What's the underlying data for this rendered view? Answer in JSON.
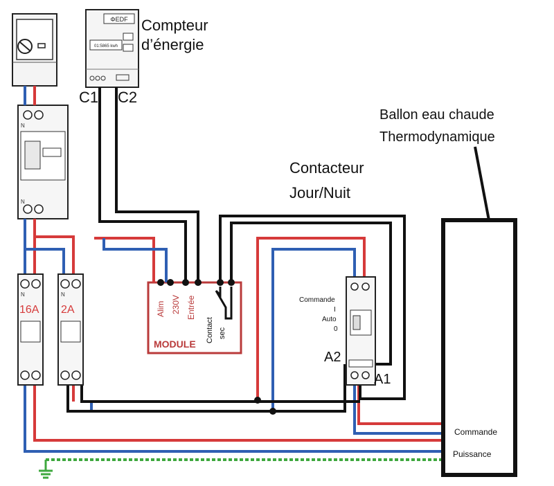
{
  "meter": {
    "brand": "ΦEDF",
    "display": "01:5865 kwh",
    "label_line1": "Compteur",
    "label_line2": "d’énergie",
    "terminal_c1": "C1",
    "terminal_c2": "C2"
  },
  "heater": {
    "label_line1": "Ballon eau chaude",
    "label_line2": "Thermodynamique",
    "terminal_commande": "Commande",
    "terminal_puissance": "Puissance"
  },
  "contactor": {
    "title_line1": "Contacteur",
    "title_line2": "Jour/Nuit",
    "mode_commande": "Commande",
    "mode_i": "I",
    "mode_auto": "Auto",
    "mode_zero": "0",
    "terminal_a1": "A1",
    "terminal_a2": "A2"
  },
  "module": {
    "name": "MODULE",
    "pin_alim": "Alim",
    "pin_230v": "230V",
    "pin_entree": "Entrée",
    "contact_line1": "Contact",
    "contact_line2": "sec"
  },
  "breakers": {
    "rating_left": "16A",
    "rating_right": "2A",
    "neutral_mark": "N"
  },
  "colors": {
    "phase": "#d63a3a",
    "neutral": "#2f5fb3",
    "control": "#111111",
    "earth": "#3ea83e",
    "module_red": "#b93a3a"
  }
}
